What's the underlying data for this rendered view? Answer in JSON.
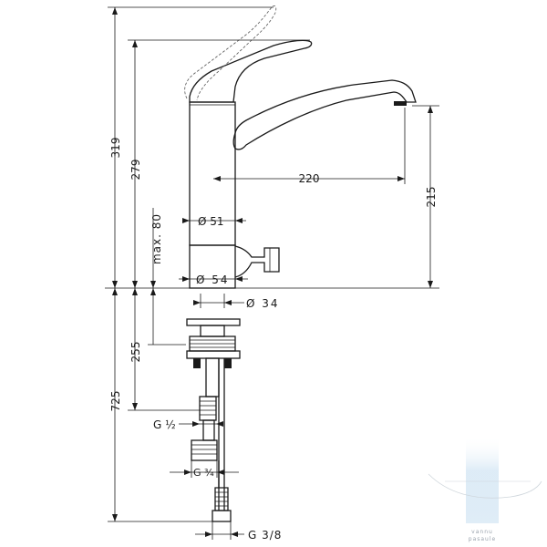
{
  "dimensions": {
    "total_height": "319",
    "height_to_lever": "279",
    "spout_reach": "220",
    "spout_height": "215",
    "max_deck_thickness": "max. 80",
    "body_diameter": "Ø 51",
    "base_diameter": "Ø 54",
    "hole_diameter": "Ø 34",
    "shank_length": "255",
    "hose_length": "725",
    "thread_half": "G ½",
    "thread_three_quarter": "G ¾",
    "thread_three_eighths": "G 3/8"
  },
  "watermark": {
    "line1": "vannu",
    "line2": "pasaule"
  },
  "colors": {
    "line": "#1a1a1a",
    "watermark_glass": "#cfe3f3"
  }
}
